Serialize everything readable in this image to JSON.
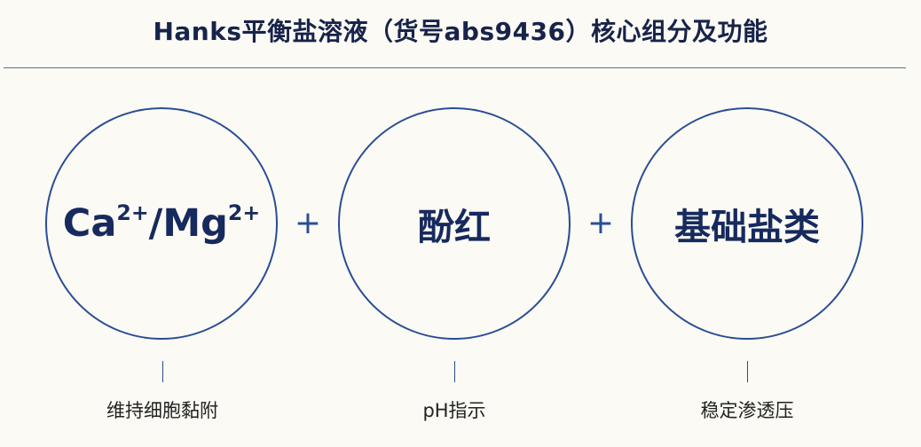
{
  "title": "Hanks平衡盐溶液（货号abs9436）核心组分及功能",
  "components": [
    {
      "name_main": "Ca",
      "name_sup1": "2+",
      "name_mid": "/Mg",
      "name_sup2": "2+",
      "function": "维持细胞黏附"
    },
    {
      "name": "酚红",
      "function": "pH指示"
    },
    {
      "name": "基础盐类",
      "function": "稳定渗透压"
    }
  ],
  "connector": "+"
}
